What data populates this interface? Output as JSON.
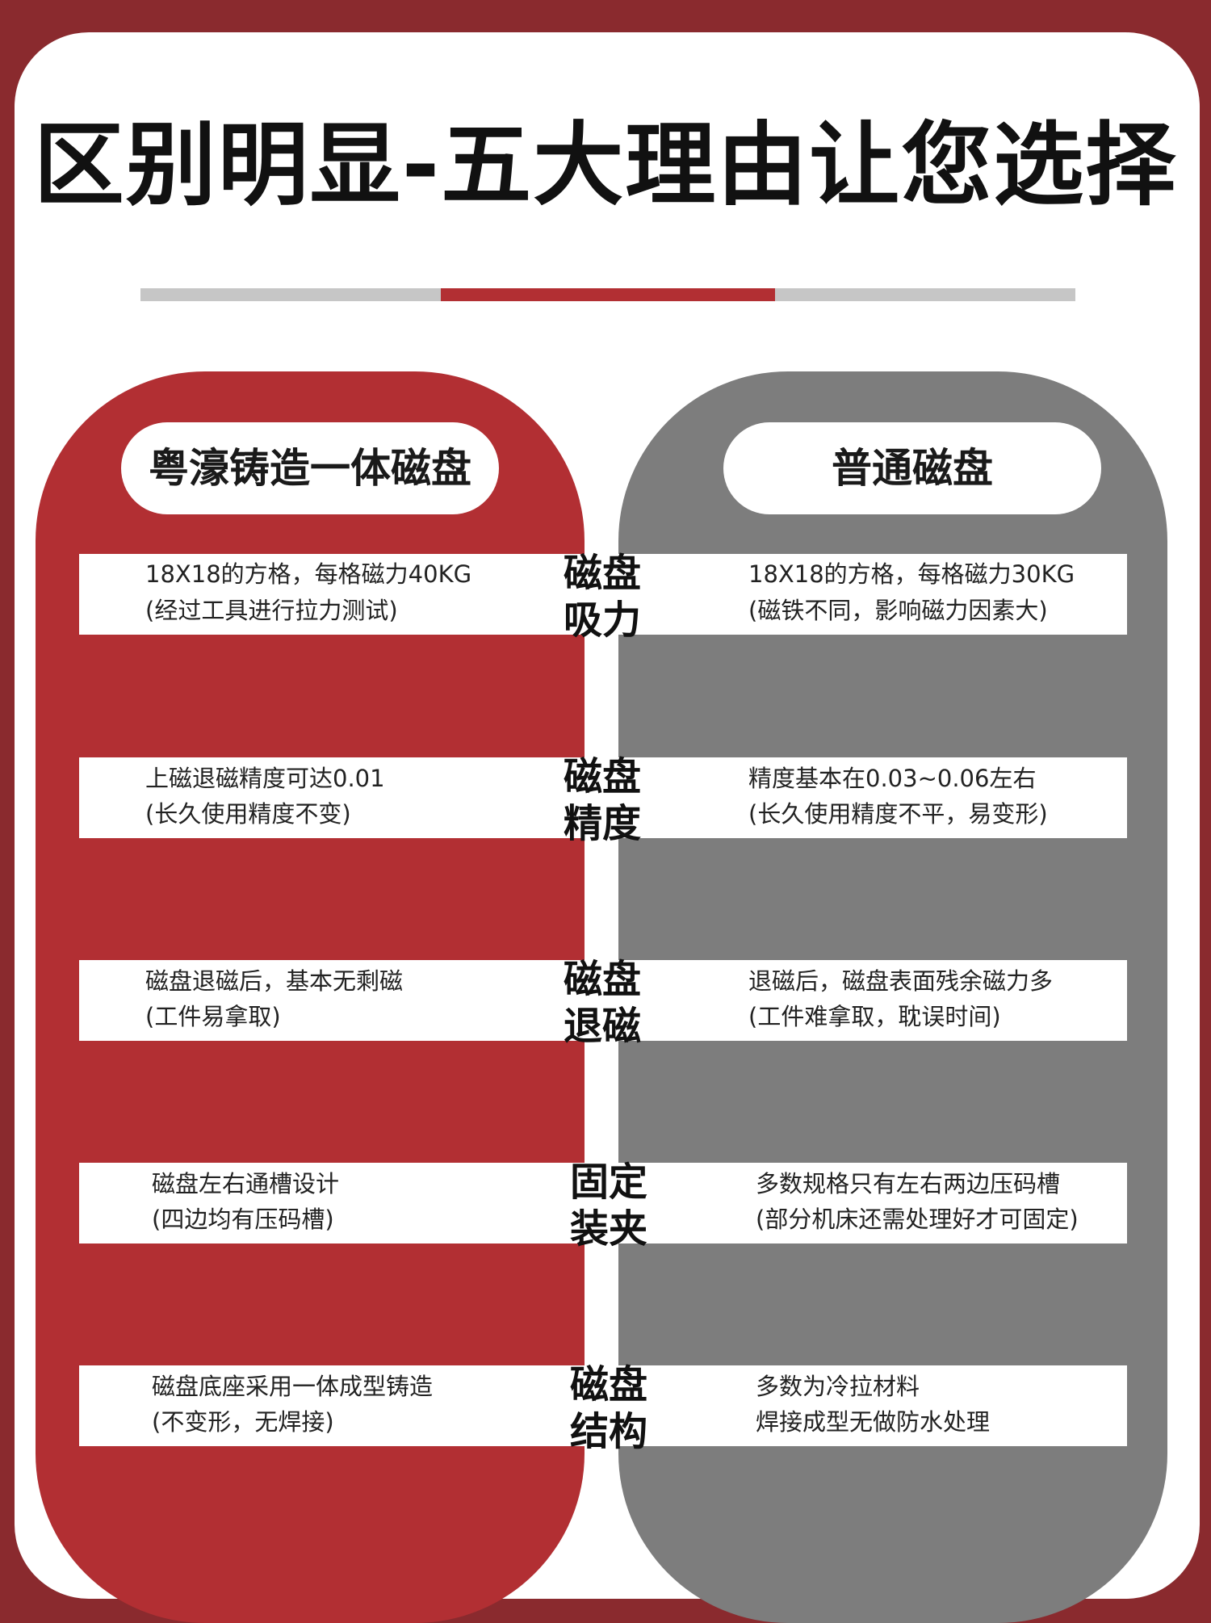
{
  "title": "区别明显-五大理由让您选择",
  "columns": {
    "left_header": "粤濠铸造一体磁盘",
    "right_header": "普通磁盘"
  },
  "colors": {
    "accent_red": "#b22f33",
    "neutral_gray": "#7d7d7d",
    "divider_gray": "#c6c6c6"
  },
  "rows": [
    {
      "category": [
        "磁盘",
        "吸力"
      ],
      "left": [
        "18X18的方格，每格磁力40KG",
        "(经过工具进行拉力测试)"
      ],
      "right": [
        "18X18的方格，每格磁力30KG",
        "(磁铁不同，影响磁力因素大)"
      ]
    },
    {
      "category": [
        "磁盘",
        "精度"
      ],
      "left": [
        "上磁退磁精度可达0.01",
        "(长久使用精度不变)"
      ],
      "right": [
        "精度基本在0.03~0.06左右",
        "(长久使用精度不平，易变形)"
      ]
    },
    {
      "category": [
        "磁盘",
        "退磁"
      ],
      "left": [
        "磁盘退磁后，基本无剩磁",
        "(工件易拿取)"
      ],
      "right": [
        "退磁后，磁盘表面残余磁力多",
        "(工件难拿取，耽误时间)"
      ]
    },
    {
      "category": [
        "固定",
        "装夹"
      ],
      "left": [
        "磁盘左右通槽设计",
        "(四边均有压码槽)"
      ],
      "right": [
        "多数规格只有左右两边压码槽",
        "(部分机床还需处理好才可固定)"
      ]
    },
    {
      "category": [
        "磁盘",
        "结构"
      ],
      "left": [
        "磁盘底座采用一体成型铸造",
        "(不变形，无焊接)"
      ],
      "right": [
        "多数为冷拉材料",
        "焊接成型无做防水处理"
      ]
    }
  ]
}
